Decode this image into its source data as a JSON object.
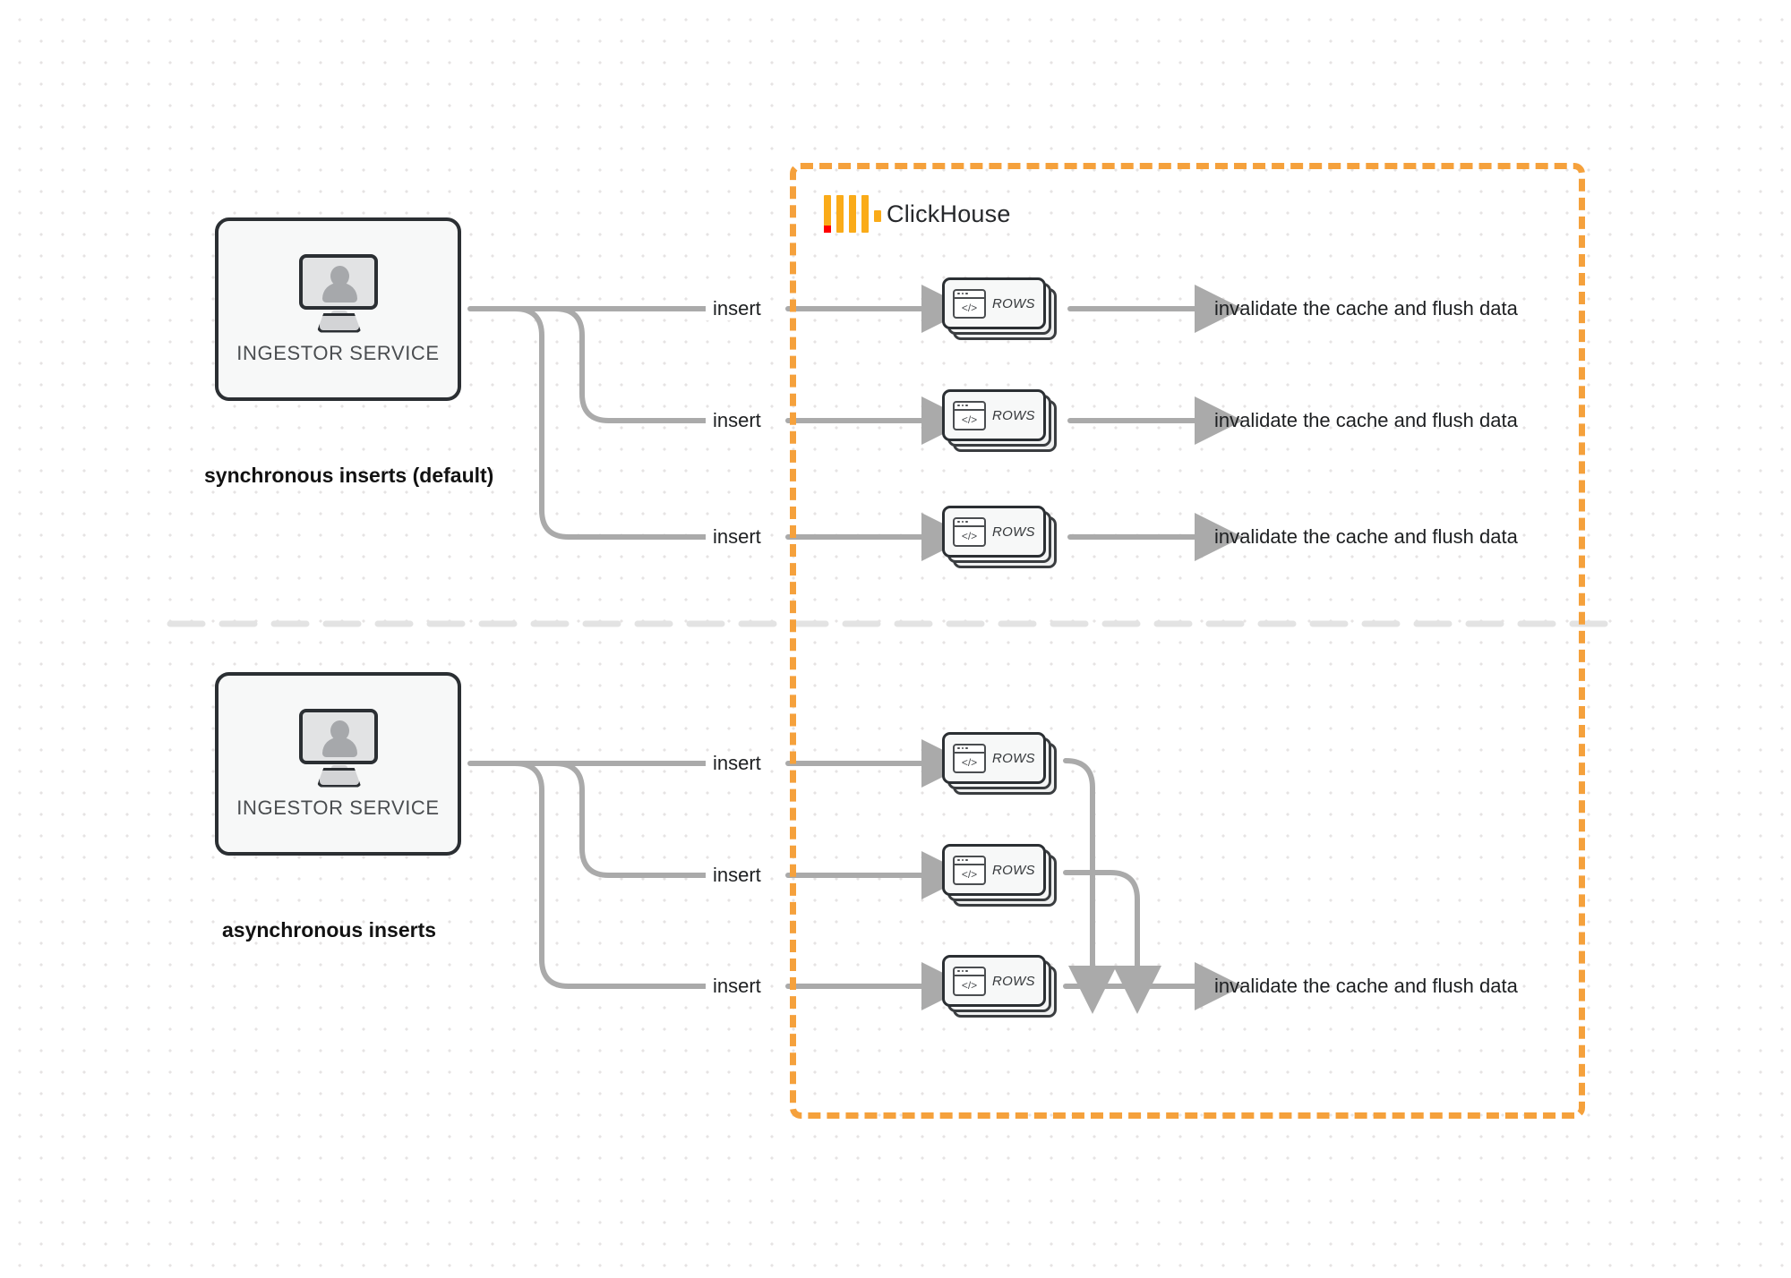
{
  "diagram": {
    "title": "ClickHouse synchronous vs asynchronous inserts",
    "colors": {
      "clickhouse_orange": "#F5A13C",
      "logo_yellow": "#FAAB19",
      "logo_red": "#FF0000",
      "wire_gray": "#aaaaaa",
      "card_border": "#2b2f33",
      "divider_gray": "#e3e3e3"
    }
  },
  "clickhouse": {
    "name": "ClickHouse",
    "logo_icon": "clickhouse-logo-icon"
  },
  "sections": [
    {
      "id": "synchronous",
      "caption": "synchronous inserts (default)",
      "service": {
        "label": "INGESTOR SERVICE",
        "icon": "monitor-user-icon"
      },
      "flows": [
        {
          "insert_label": "insert",
          "rows_label": "ROWS",
          "result_label": "invalidate the cache and flush data"
        },
        {
          "insert_label": "insert",
          "rows_label": "ROWS",
          "result_label": "invalidate the cache and flush data"
        },
        {
          "insert_label": "insert",
          "rows_label": "ROWS",
          "result_label": "invalidate the cache and flush data"
        }
      ]
    },
    {
      "id": "asynchronous",
      "caption": "asynchronous inserts",
      "service": {
        "label": "INGESTOR SERVICE",
        "icon": "monitor-user-icon"
      },
      "flows": [
        {
          "insert_label": "insert",
          "rows_label": "ROWS"
        },
        {
          "insert_label": "insert",
          "rows_label": "ROWS"
        },
        {
          "insert_label": "insert",
          "rows_label": "ROWS"
        }
      ],
      "result_label": "invalidate the cache and flush data"
    }
  ]
}
